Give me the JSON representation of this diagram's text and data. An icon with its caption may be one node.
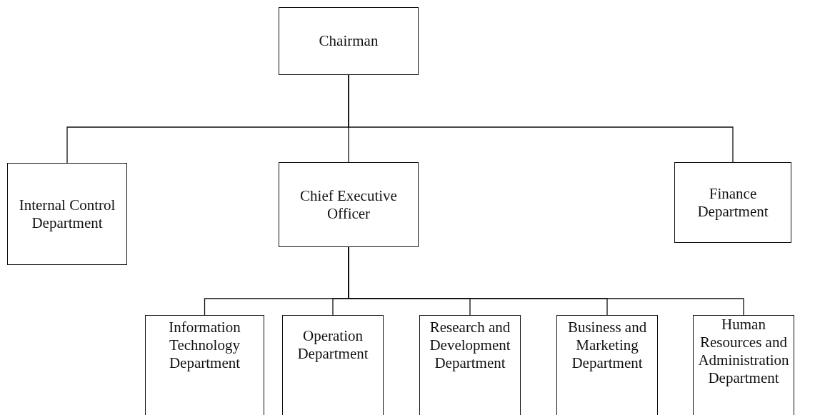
{
  "diagram": {
    "nodes": [
      {
        "text": [
          "Chairman"
        ]
      },
      {
        "text": [
          "Internal Control Department"
        ]
      },
      {
        "text": [
          "Chief Executive Officer"
        ]
      },
      {
        "text": [
          "Finance Department"
        ]
      },
      {
        "text": [
          "Information Technology Department"
        ]
      },
      {
        "text": [
          "Operation Department"
        ]
      },
      {
        "text": [
          "Research and Development Department"
        ]
      },
      {
        "text": [
          "Business and Marketing Department"
        ]
      },
      {
        "text": [
          "Human Resources and Administration Department"
        ]
      }
    ],
    "edges": [
      {
        "from": 0,
        "to": 1,
        "arrow": "none"
      },
      {
        "from": 0,
        "to": 2,
        "arrow": "none"
      },
      {
        "from": 0,
        "to": 3,
        "arrow": "none"
      },
      {
        "from": 2,
        "to": 4,
        "arrow": "none"
      },
      {
        "from": 2,
        "to": 5,
        "arrow": "none"
      },
      {
        "from": 2,
        "to": 6,
        "arrow": "none"
      },
      {
        "from": 2,
        "to": 7,
        "arrow": "none"
      },
      {
        "from": 2,
        "to": 8,
        "arrow": "none"
      }
    ]
  }
}
